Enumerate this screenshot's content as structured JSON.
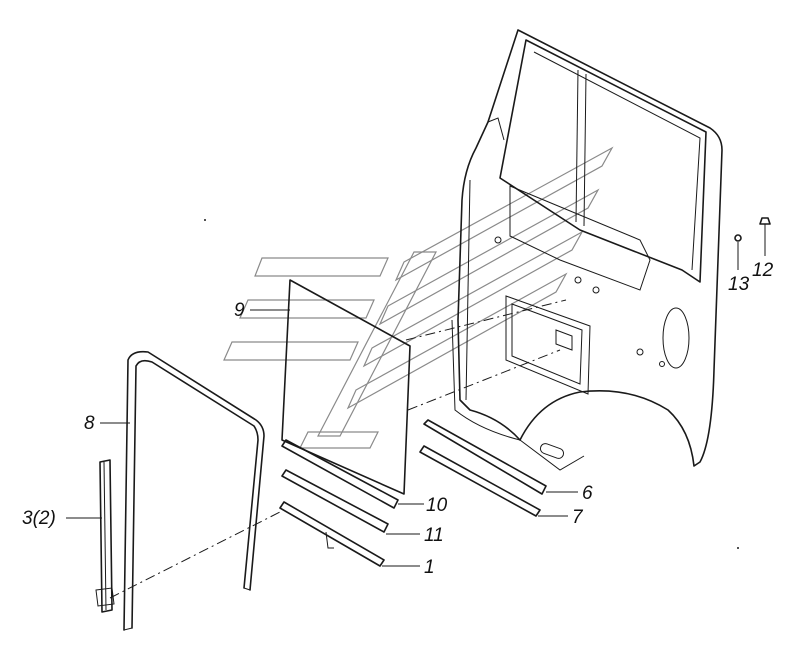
{
  "callouts": {
    "c1": "1",
    "c3": "3(2)",
    "c6": "6",
    "c7": "7",
    "c8": "8",
    "c9": "9",
    "c10": "10",
    "c11": "11",
    "c12": "12",
    "c13": "13"
  },
  "colors": {
    "line": "#1a1a1a",
    "watermark": "#8a8a8a",
    "background": "#ffffff"
  }
}
